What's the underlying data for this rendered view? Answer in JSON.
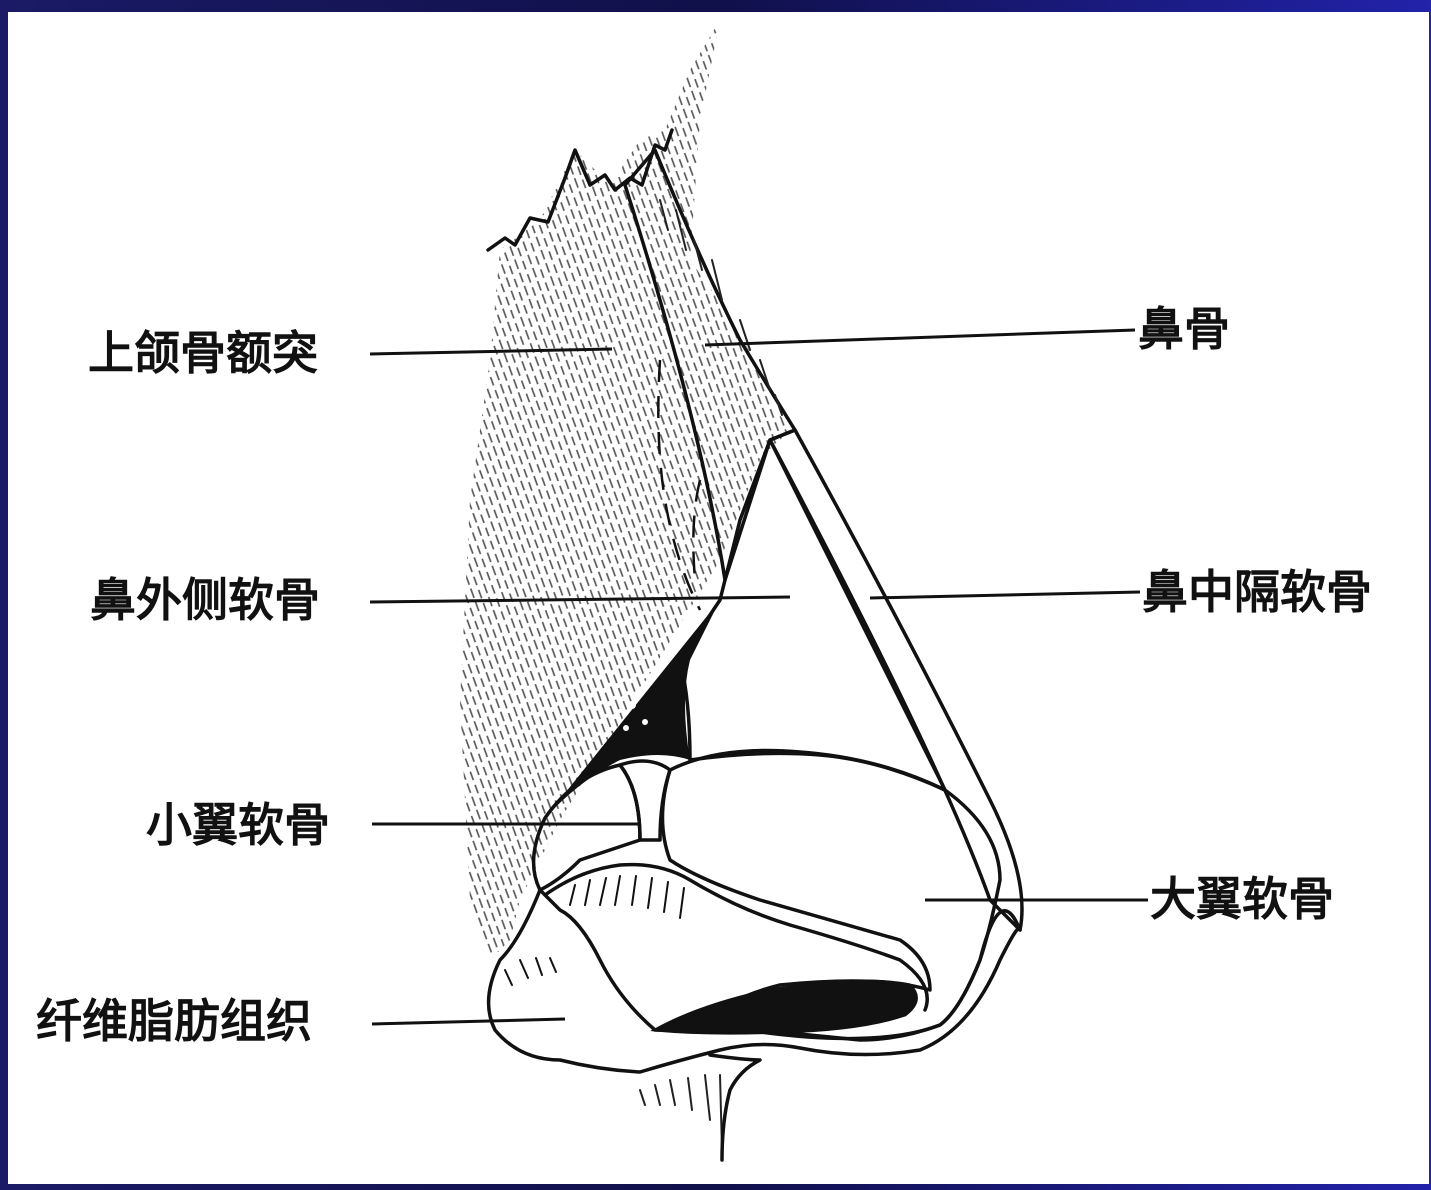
{
  "diagram": {
    "labels": {
      "maxilla_frontal_process": "上颌骨额突",
      "nasal_bone": "鼻骨",
      "lateral_nasal_cartilage": "鼻外侧软骨",
      "septal_cartilage": "鼻中隔软骨",
      "lesser_alar_cartilage": "小翼软骨",
      "greater_alar_cartilage": "大翼软骨",
      "fibrofatty_tissue": "纤维脂肪组织"
    }
  },
  "colors": {
    "border": "#1a1a66",
    "background": "#ffffff",
    "ink": "#111111"
  }
}
